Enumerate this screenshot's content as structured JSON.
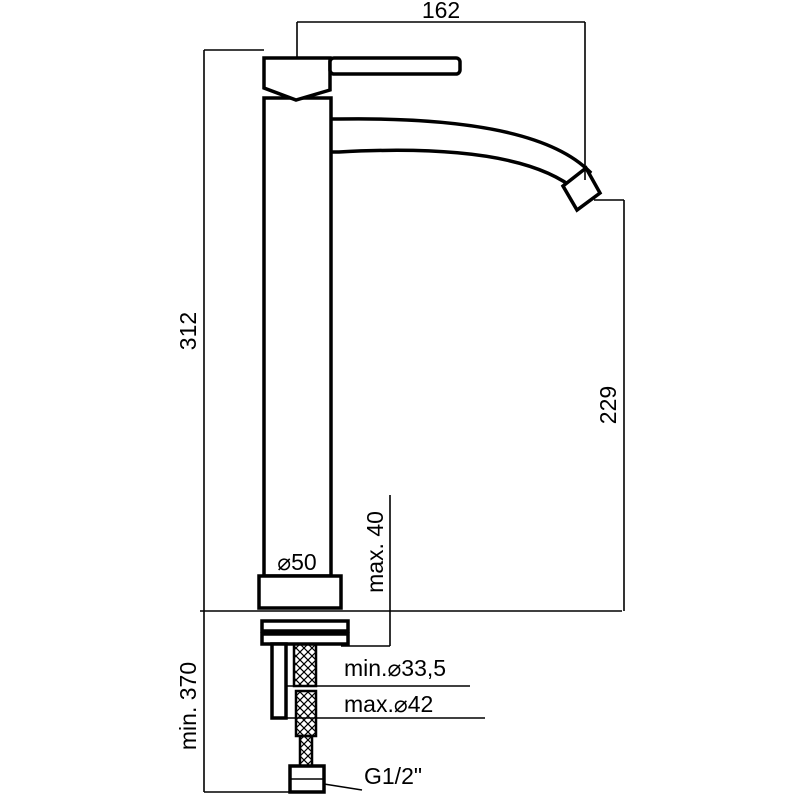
{
  "dimensions": {
    "width_top": "162",
    "height_total": "312",
    "spout_height": "229",
    "base_diameter": "⌀50",
    "max_thickness": "max. 40",
    "hole_min": "min.⌀33,5",
    "hole_max": "max.⌀42",
    "connection": "G1/2\"",
    "hose_length": "min. 370"
  },
  "colors": {
    "line": "#000000",
    "background": "#ffffff"
  }
}
